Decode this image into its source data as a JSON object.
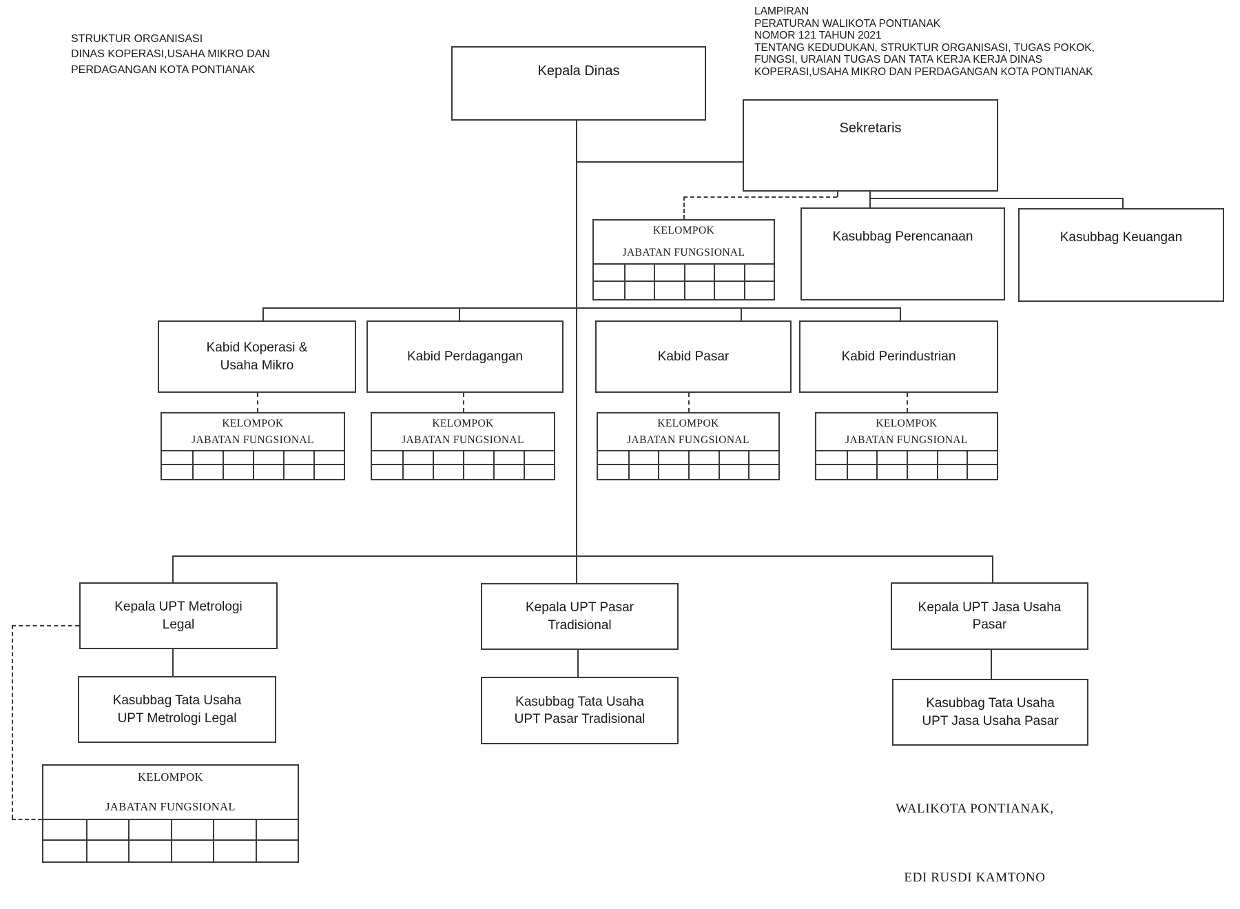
{
  "titles": {
    "top_left": "STRUKTUR ORGANISASI\nDINAS KOPERASI,USAHA MIKRO DAN\nPERDAGANGAN KOTA PONTIANAK",
    "top_right": "LAMPIRAN\nPERATURAN  WALIKOTA PONTIANAK\nNOMOR  121  TAHUN 2021\nTENTANG KEDUDUKAN, STRUKTUR ORGANISASI, TUGAS POKOK,\nFUNGSI, URAIAN TUGAS  DAN TATA KERJA KERJA DINAS\nKOPERASI,USAHA MIKRO DAN PERDAGANGAN KOTA PONTIANAK"
  },
  "nodes": {
    "kepala_dinas": "Kepala Dinas",
    "sekretaris": "Sekretaris",
    "kasubbag_perencanaan": "Kasubbag Perencanaan",
    "kasubbag_keuangan": "Kasubbag Keuangan",
    "kabid_koperasi": "Kabid Koperasi &\nUsaha Mikro",
    "kabid_perdagangan": "Kabid Perdagangan",
    "kabid_pasar": "Kabid Pasar",
    "kabid_perindustrian": "Kabid Perindustrian",
    "kepala_upt_metrologi": "Kepala UPT Metrologi\nLegal",
    "kepala_upt_pasar": "Kepala UPT Pasar\nTradisional",
    "kepala_upt_jasa": "Kepala UPT Jasa Usaha\nPasar",
    "kasubbag_tu_metrologi": "Kasubbag Tata Usaha\nUPT Metrologi Legal",
    "kasubbag_tu_pasar": "Kasubbag Tata Usaha\nUPT Pasar Tradisional",
    "kasubbag_tu_jasa": "Kasubbag Tata Usaha\nUPT Jasa Usaha Pasar"
  },
  "kelompok": {
    "title": "KELOMPOK\nJABATAN FUNGSIONAL",
    "grid_cols": 6,
    "grid_rows": 2
  },
  "signature": {
    "title": "WALIKOTA PONTIANAK,",
    "name": "EDI RUSDI KAMTONO"
  },
  "colors": {
    "line": "#3b3b3b",
    "background": "#ffffff",
    "text": "#1a1a1a"
  }
}
